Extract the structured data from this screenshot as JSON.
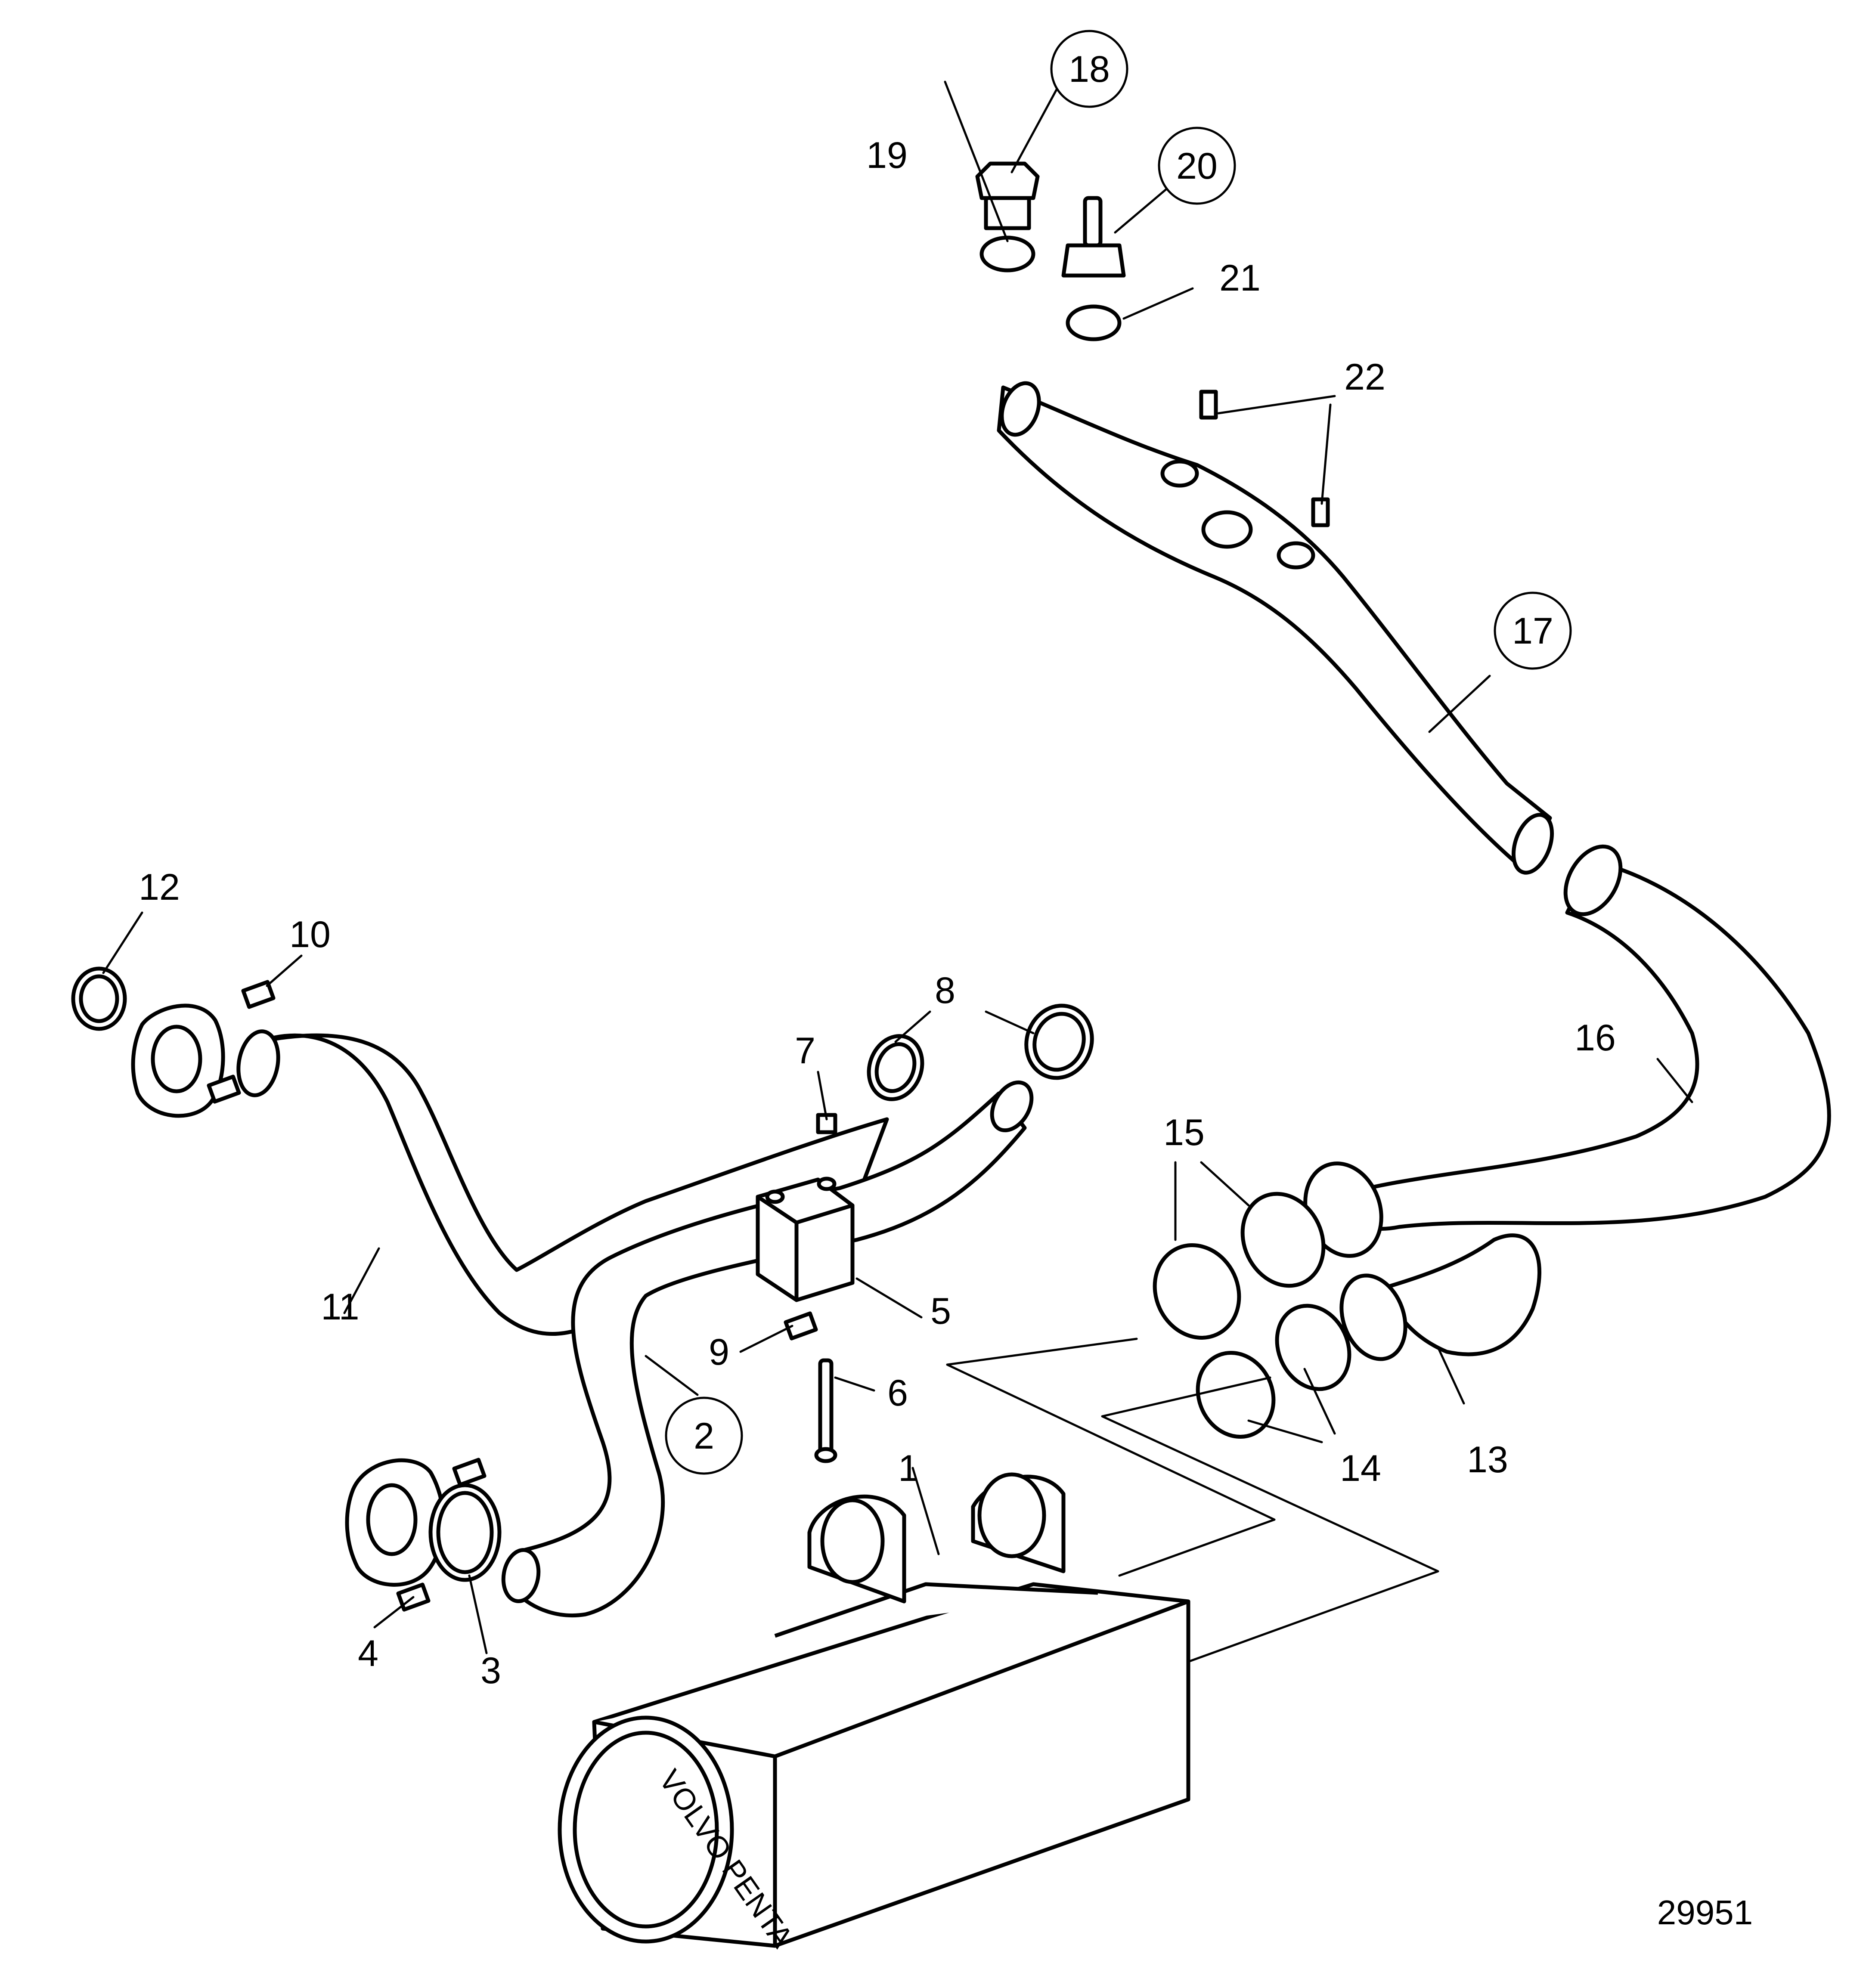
{
  "diagram": {
    "figure_number": "29951",
    "brand_marking": "VOLVO PENTA",
    "part_labels": [
      "1",
      "2",
      "3",
      "4",
      "5",
      "6",
      "7",
      "8",
      "8",
      "9",
      "10",
      "11",
      "12",
      "13",
      "14",
      "14",
      "15",
      "15",
      "16",
      "17",
      "18",
      "19",
      "20",
      "21",
      "22",
      "22"
    ],
    "circled_labels": [
      "2",
      "17",
      "18",
      "20"
    ]
  }
}
